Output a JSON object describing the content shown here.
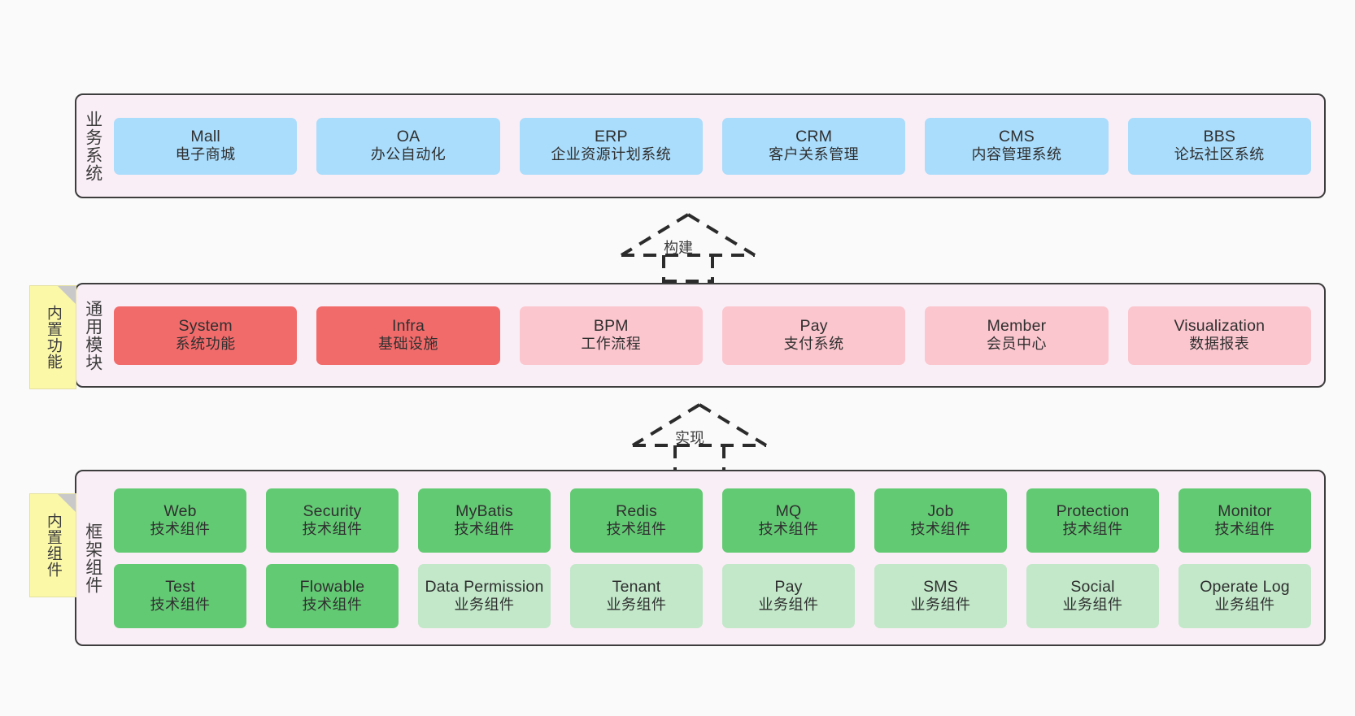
{
  "diagram": {
    "background_color": "#fafafa",
    "layer_background": "#faeef6",
    "layer_border_color": "#3d3d3d"
  },
  "layers": [
    {
      "id": "business",
      "title": "业务系统",
      "node_color": "#aadcfb",
      "rows": [
        {
          "nodes": [
            {
              "en": "Mall",
              "cn": "电子商城",
              "style": "blue"
            },
            {
              "en": "OA",
              "cn": "办公自动化",
              "style": "blue"
            },
            {
              "en": "ERP",
              "cn": "企业资源计划系统",
              "style": "blue"
            },
            {
              "en": "CRM",
              "cn": "客户关系管理",
              "style": "blue"
            },
            {
              "en": "CMS",
              "cn": "内容管理系统",
              "style": "blue"
            },
            {
              "en": "BBS",
              "cn": "论坛社区系统",
              "style": "blue"
            }
          ]
        }
      ]
    },
    {
      "id": "common",
      "title": "通用模块",
      "node_color": "#f26b6b",
      "node_color_secondary": "#fbc6ce",
      "rows": [
        {
          "nodes": [
            {
              "en": "System",
              "cn": "系统功能",
              "style": "red"
            },
            {
              "en": "Infra",
              "cn": "基础设施",
              "style": "red"
            },
            {
              "en": "BPM",
              "cn": "工作流程",
              "style": "pink"
            },
            {
              "en": "Pay",
              "cn": "支付系统",
              "style": "pink"
            },
            {
              "en": "Member",
              "cn": "会员中心",
              "style": "pink"
            },
            {
              "en": "Visualization",
              "cn": "数据报表",
              "style": "pink"
            }
          ]
        }
      ]
    },
    {
      "id": "framework",
      "title": "框架组件",
      "node_color": "#63ca74",
      "node_color_secondary": "#c2e8c9",
      "rows": [
        {
          "nodes": [
            {
              "en": "Web",
              "cn": "技术组件",
              "style": "green"
            },
            {
              "en": "Security",
              "cn": "技术组件",
              "style": "green"
            },
            {
              "en": "MyBatis",
              "cn": "技术组件",
              "style": "green"
            },
            {
              "en": "Redis",
              "cn": "技术组件",
              "style": "green"
            },
            {
              "en": "MQ",
              "cn": "技术组件",
              "style": "green"
            },
            {
              "en": "Job",
              "cn": "技术组件",
              "style": "green"
            },
            {
              "en": "Protection",
              "cn": "技术组件",
              "style": "green"
            },
            {
              "en": "Monitor",
              "cn": "技术组件",
              "style": "green"
            }
          ]
        },
        {
          "nodes": [
            {
              "en": "Test",
              "cn": "技术组件",
              "style": "green"
            },
            {
              "en": "Flowable",
              "cn": "技术组件",
              "style": "green"
            },
            {
              "en": "Data Permission",
              "cn": "业务组件",
              "style": "lightgreen"
            },
            {
              "en": "Tenant",
              "cn": "业务组件",
              "style": "lightgreen"
            },
            {
              "en": "Pay",
              "cn": "业务组件",
              "style": "lightgreen"
            },
            {
              "en": "SMS",
              "cn": "业务组件",
              "style": "lightgreen"
            },
            {
              "en": "Social",
              "cn": "业务组件",
              "style": "lightgreen"
            },
            {
              "en": "Operate Log",
              "cn": "业务组件",
              "style": "lightgreen"
            }
          ]
        }
      ]
    }
  ],
  "notes": [
    {
      "id": "builtin-function",
      "text": "内置功能",
      "color": "#fbf8a8"
    },
    {
      "id": "builtin-components",
      "text": "内置组件",
      "color": "#fbf8a8"
    }
  ],
  "connectors": [
    {
      "id": "build",
      "label": "构建",
      "style": "dashed-generalization",
      "direction": "up"
    },
    {
      "id": "realize",
      "label": "实现",
      "style": "dashed-generalization",
      "direction": "up"
    }
  ]
}
